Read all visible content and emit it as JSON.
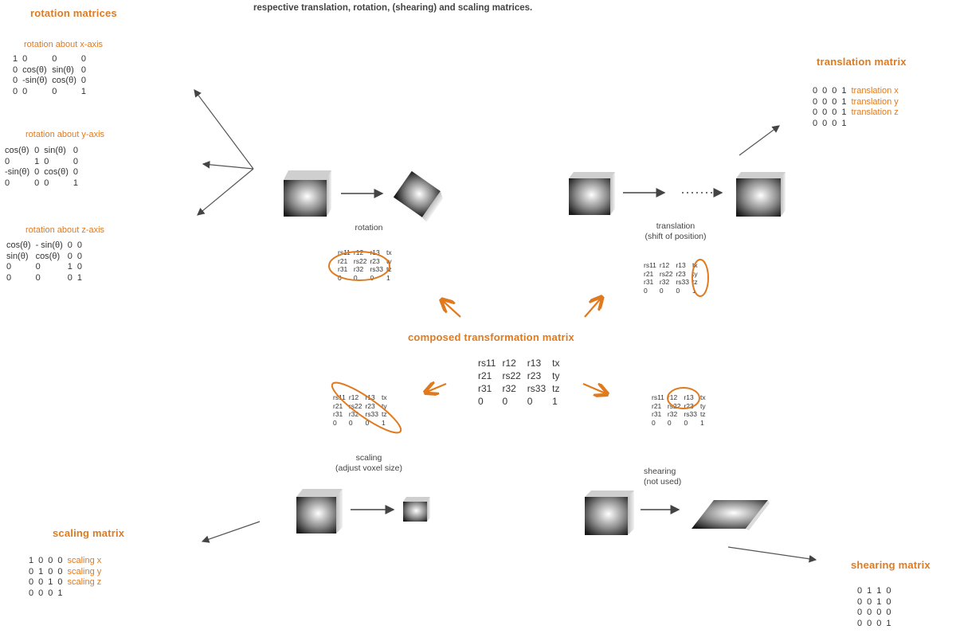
{
  "intro_line": "respective translation, rotation, (shearing) and scaling matrices.",
  "rotation": {
    "heading": "rotation matrices",
    "x_axis": {
      "title": "rotation about x-axis",
      "rows": [
        [
          "1",
          "0",
          "0",
          "0"
        ],
        [
          "0",
          "cos(θ)",
          "sin(θ)",
          "0"
        ],
        [
          "0",
          "-sin(θ)",
          "cos(θ)",
          "0"
        ],
        [
          "0",
          "0",
          "0",
          "1"
        ]
      ]
    },
    "y_axis": {
      "title": "rotation about y-axis",
      "rows": [
        [
          "cos(θ)",
          "0",
          "sin(θ)",
          "0"
        ],
        [
          "0",
          "1",
          "0",
          "0"
        ],
        [
          "-sin(θ)",
          "0",
          "cos(θ)",
          "0"
        ],
        [
          "0",
          "0",
          "0",
          "1"
        ]
      ]
    },
    "z_axis": {
      "title": "rotation about z-axis",
      "rows": [
        [
          "cos(θ)",
          "- sin(θ)",
          "0",
          "0"
        ],
        [
          "sin(θ)",
          "cos(θ)",
          "0",
          "0"
        ],
        [
          "0",
          "0",
          "1",
          "0"
        ],
        [
          "0",
          "0",
          "0",
          "1"
        ]
      ]
    }
  },
  "translation": {
    "heading": "translation matrix",
    "rows": [
      [
        "0",
        "0",
        "0",
        "1",
        "translation x"
      ],
      [
        "0",
        "0",
        "0",
        "1",
        "translation y"
      ],
      [
        "0",
        "0",
        "0",
        "1",
        "translation z"
      ],
      [
        "0",
        "0",
        "0",
        "1",
        ""
      ]
    ]
  },
  "scaling": {
    "heading": "scaling matrix",
    "rows": [
      [
        "1",
        "0",
        "0",
        "0",
        "scaling x"
      ],
      [
        "0",
        "1",
        "0",
        "0",
        "scaling  y"
      ],
      [
        "0",
        "0",
        "1",
        "0",
        "scaling z"
      ],
      [
        "0",
        "0",
        "0",
        "1",
        ""
      ]
    ]
  },
  "shearing": {
    "heading": "shearing matrix",
    "rows": [
      [
        "0",
        "1",
        "1",
        "0"
      ],
      [
        "0",
        "0",
        "1",
        "0"
      ],
      [
        "0",
        "0",
        "0",
        "0"
      ],
      [
        "0",
        "0",
        "0",
        "1"
      ]
    ]
  },
  "captions": {
    "rotation": "rotation",
    "translation_1": "translation",
    "translation_2": "(shift of position)",
    "scaling_1": "scaling",
    "scaling_2": "(adjust voxel size)",
    "shearing_1": "shearing",
    "shearing_2": "(not used)"
  },
  "composed": {
    "title": "composed transformation matrix",
    "rows": [
      [
        "rs11",
        "r12",
        "r13",
        "tx"
      ],
      [
        "r21",
        "rs22",
        "r23",
        "ty"
      ],
      [
        "r31",
        "r32",
        "rs33",
        "tz"
      ],
      [
        "0",
        "0",
        "0",
        "1"
      ]
    ]
  },
  "colors": {
    "accent": "#e07a1f",
    "text": "#333333",
    "arrow": "#555555"
  }
}
